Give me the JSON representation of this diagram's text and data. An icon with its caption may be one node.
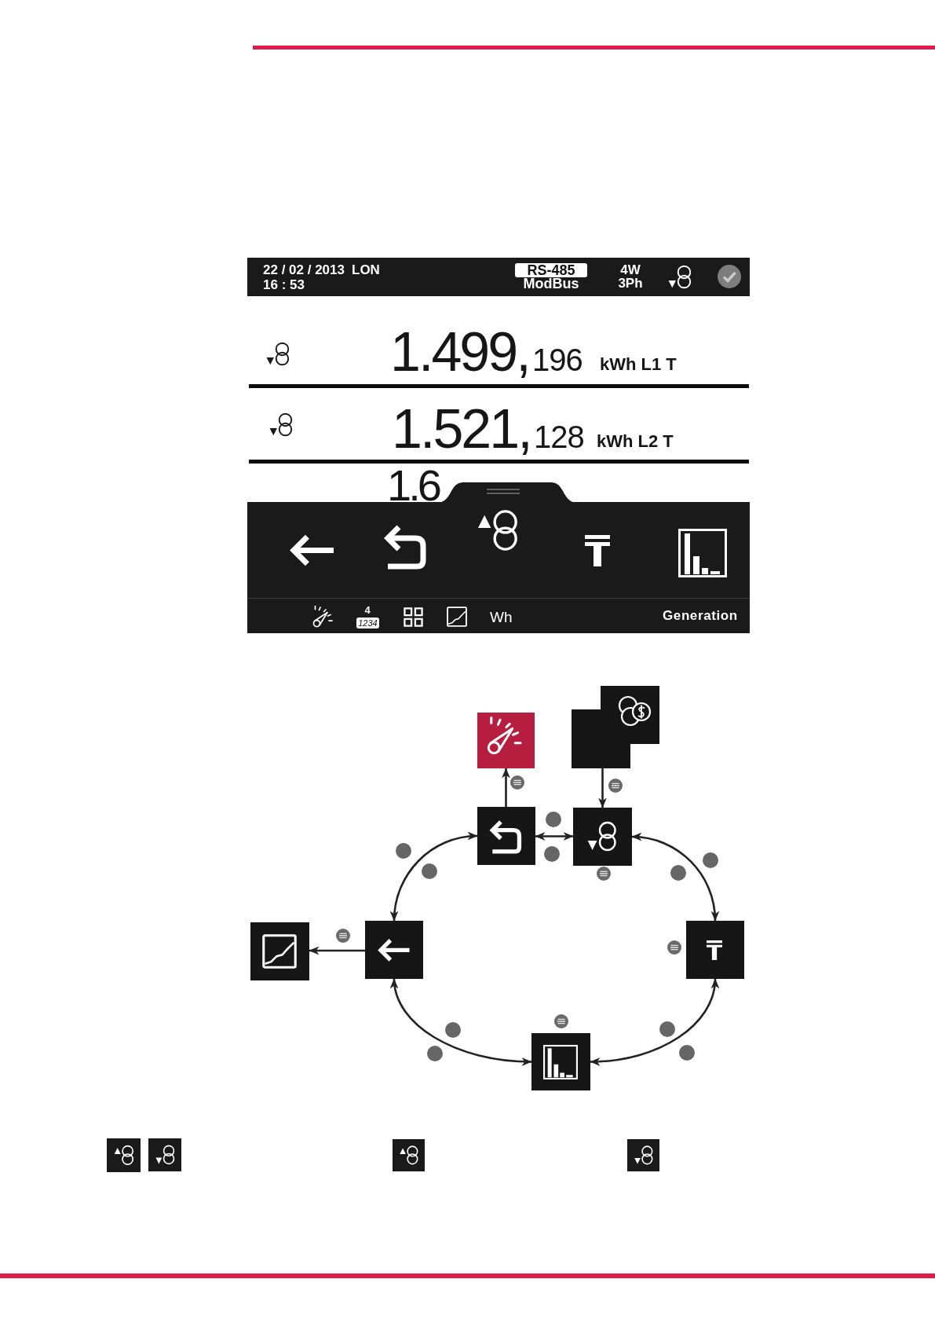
{
  "diagram": {
    "nodes": [
      {
        "text": [
          "22 / 02 / 2013",
          "16 : 53",
          "LON",
          "ModBus",
          "4W",
          "3Ph"
        ]
      },
      {
        "text": [
          "RS-485"
        ],
        "in": 0
      },
      {
        "text": [
          "Wh",
          "Generation"
        ]
      },
      {
        "text": [
          "1234"
        ],
        "in": 2,
        "beside": [
          "4"
        ]
      },
      {
        "text": [],
        "shape": "box"
      },
      {
        "text": [],
        "shape": "box"
      },
      {
        "text": [],
        "shape": "box"
      },
      {
        "text": [],
        "shape": "box"
      },
      {
        "text": [],
        "shape": "box"
      },
      {
        "text": [],
        "shape": "box"
      },
      {
        "text": [],
        "shape": "box"
      },
      {
        "text": [],
        "shape": "box"
      }
    ],
    "edges": [
      {
        "from": 6,
        "to": 4,
        "arrow": "to"
      },
      {
        "from": 5,
        "to": 7,
        "arrow": "to"
      },
      {
        "from": 6,
        "to": 7,
        "arrow": "both"
      },
      {
        "from": 6,
        "to": 9,
        "arrow": "both"
      },
      {
        "from": 7,
        "to": 10,
        "arrow": "both"
      },
      {
        "from": 9,
        "to": 8,
        "arrow": "to"
      },
      {
        "from": 9,
        "to": 11,
        "arrow": "both"
      },
      {
        "from": 11,
        "to": 10,
        "arrow": "both"
      }
    ],
    "labels": [
      "1.499,",
      "196",
      "kWh L1 T",
      "1.521,",
      "128",
      "kWh L2 T",
      "1.6"
    ]
  }
}
